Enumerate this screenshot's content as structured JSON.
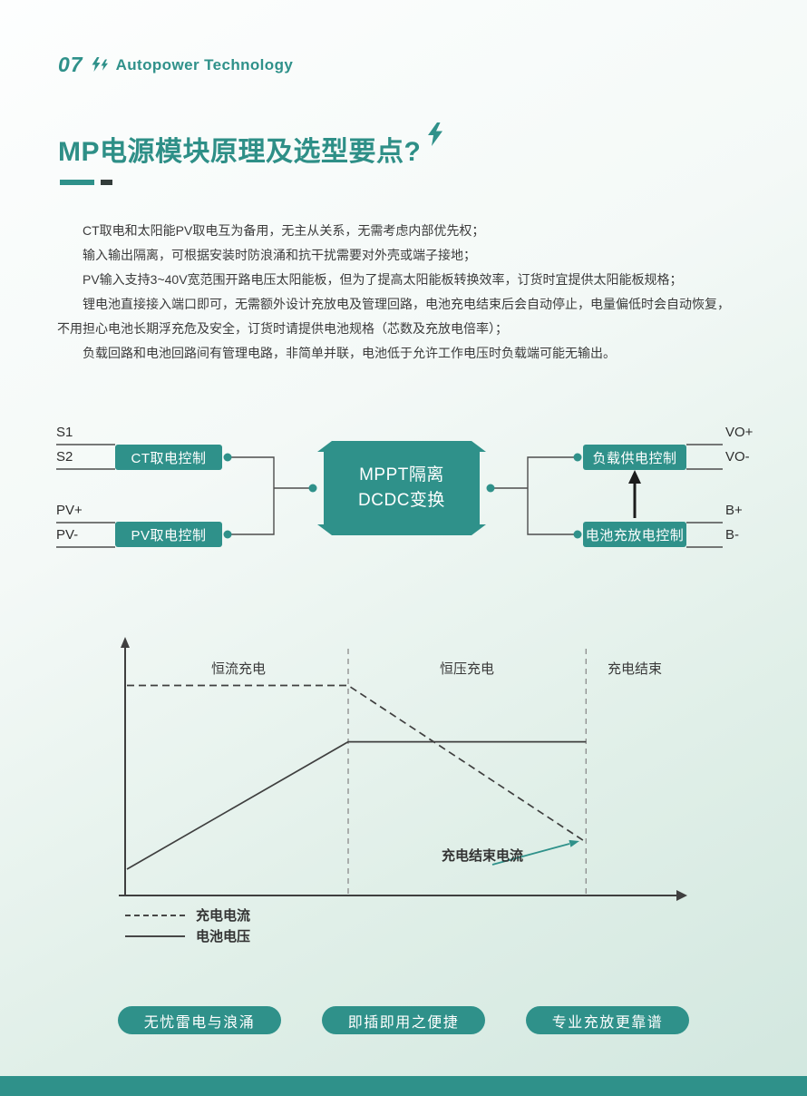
{
  "theme": {
    "accent": "#2F918A",
    "title_color": "#2E8F87",
    "text_color": "#3B3B3B",
    "bg_top": "#FDFEFE",
    "bg_bottom": "#D2E7DF"
  },
  "header": {
    "page_number": "07",
    "brand": "Autopower Technology"
  },
  "title": "MP电源模块原理及选型要点?",
  "paragraphs": [
    "CT取电和太阳能PV取电互为备用，无主从关系，无需考虑内部优先权；",
    "输入输出隔离，可根据安装时防浪涌和抗干扰需要对外壳或端子接地；",
    "PV输入支持3~40V宽范围开路电压太阳能板，但为了提高太阳能板转换效率，订货时宜提供太阳能板规格；",
    "锂电池直接接入端口即可，无需额外设计充放电及管理回路，电池充电结束后会自动停止，电量偏低时会自动恢复，不用担心电池长期浮充危及安全，订货时请提供电池规格（芯数及充放电倍率）；",
    "负载回路和电池回路间有管理电路，非简单并联，电池低于允许工作电压时负载端可能无输出。"
  ],
  "diagram": {
    "terminals": {
      "s1": "S1",
      "s2": "S2",
      "pv_plus": "PV+",
      "pv_minus": "PV-",
      "vo_plus": "VO+",
      "vo_minus": "VO-",
      "b_plus": "B+",
      "b_minus": "B-"
    },
    "boxes": {
      "ct": "CT取电控制",
      "pv": "PV取电控制",
      "load": "负载供电控制",
      "battery": "电池充放电控制"
    },
    "module": {
      "line1": "MPPT隔离",
      "line2": "DCDC变换"
    }
  },
  "chart_data": {
    "type": "line",
    "regions": [
      "恒流充电",
      "恒压充电",
      "充电结束"
    ],
    "separators_x_pct": [
      40,
      83
    ],
    "series": [
      {
        "name": "充电电流",
        "style": "dashed",
        "points_pct": [
          [
            0,
            85
          ],
          [
            40,
            85
          ],
          [
            83,
            21
          ]
        ]
      },
      {
        "name": "电池电压",
        "style": "solid",
        "points_pct": [
          [
            0,
            10
          ],
          [
            40,
            62
          ],
          [
            83,
            62
          ]
        ]
      }
    ],
    "annotation": "充电结束电流",
    "axes": {
      "x_label": "",
      "y_label": "",
      "grid": false
    },
    "legend_position": "bottom-left"
  },
  "pills": [
    "无忧雷电与浪涌",
    "即插即用之便捷",
    "专业充放更靠谱"
  ]
}
